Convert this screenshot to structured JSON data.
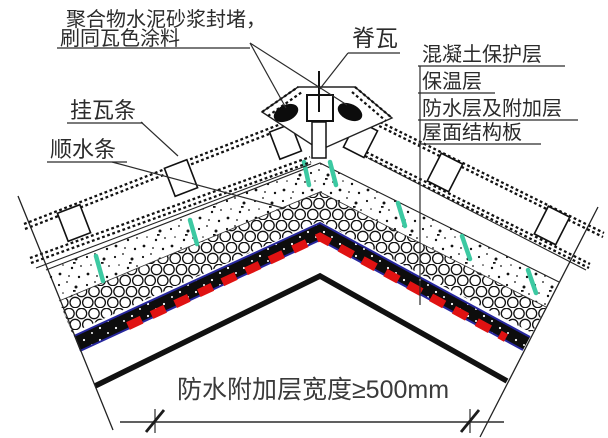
{
  "diagram": {
    "type": "roof-ridge-construction-detail-section",
    "annotations": {
      "mortar_seal_line1": "聚合物水泥砂浆封堵，",
      "mortar_seal_line2": "刷同瓦色涂料",
      "tile_batten": "挂瓦条",
      "counter_batten": "顺水条",
      "ridge_tile": "脊瓦",
      "layer_callouts": [
        "混凝土保护层",
        "保温层",
        "防水层及附加层",
        "屋面结构板"
      ],
      "dimension_note": "防水附加层宽度≥500mm"
    },
    "colors": {
      "background": "#ffffff",
      "line": "#1f1f1f",
      "waterproof_red": "#e01212",
      "membrane_navy": "#27279d",
      "insulation_teal": "#3cc9a2"
    }
  }
}
